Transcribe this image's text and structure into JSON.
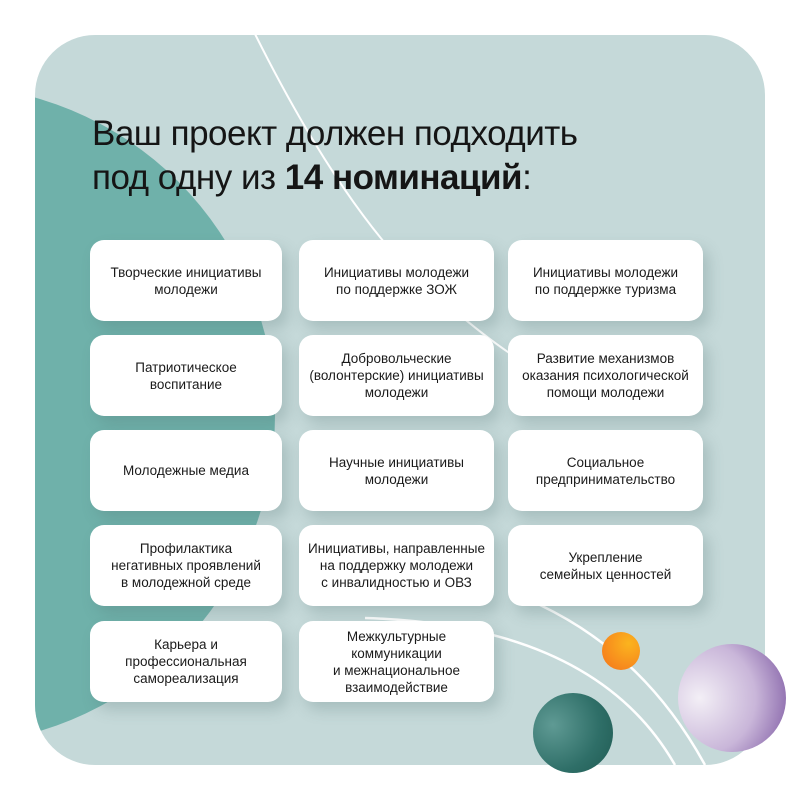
{
  "title": {
    "line1": "Ваш проект должен подходить",
    "line2_prefix": "под одну из ",
    "line2_bold": "14 номинаций",
    "line2_suffix": ":"
  },
  "nominations": [
    "Творческие инициативы\nмолодежи",
    "Инициативы молодежи\nпо поддержке ЗОЖ",
    "Инициативы молодежи\nпо поддержке туризма",
    "Патриотическое\nвоспитание",
    "Добровольческие\n(волонтерские) инициативы\nмолодежи",
    "Развитие механизмов\nоказания психологической\nпомощи молодежи",
    "Молодежные медиа",
    "Научные инициативы\nмолодежи",
    "Социальное\nпредпринимательство",
    "Профилактика\nнегативных проявлений\nв молодежной среде",
    "Инициативы, направленные\nна поддержку молодежи\nс инвалидностью и ОВЗ",
    "Укрепление\nсемейных ценностей",
    "Карьера и\nпрофессиональная\nсамореализация",
    "Межкультурные\nкоммуникации\nи межнациональное\nвзаимодействие"
  ],
  "colors": {
    "panel": "#c5d9d9",
    "teal": "#6fb1aa",
    "orange": "#f7821e",
    "purple": "#8a63a8",
    "dark_teal": "#2f6f68"
  }
}
